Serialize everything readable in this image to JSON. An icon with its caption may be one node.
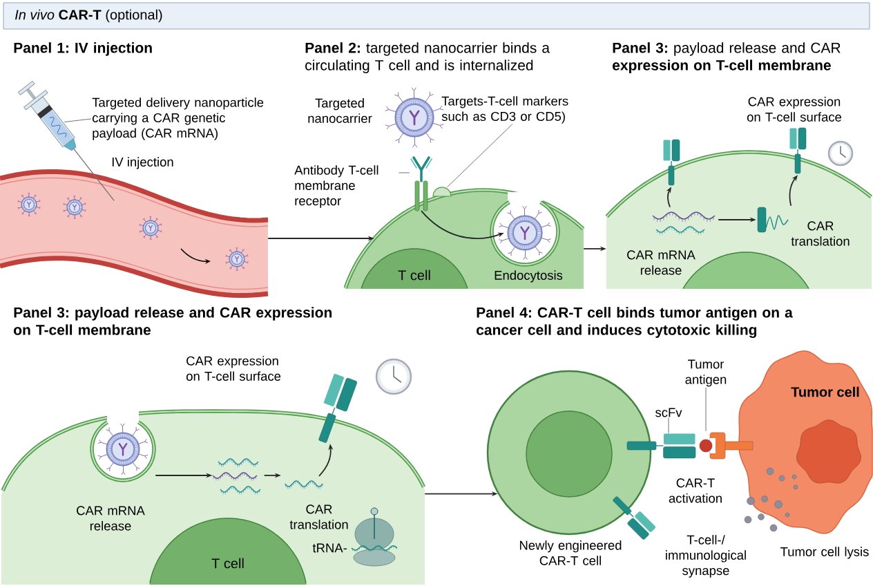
{
  "diagram": {
    "title": "*In vivo* **CAR-T** (optional)",
    "nodes": [
      {
        "text": [
          "Targeted delivery nanoparticle carrying a CAR genetic payload (CAR mRNA)"
        ]
      },
      {
        "text": [],
        "shape": "picture"
      },
      {
        "text": [],
        "shape": "band"
      },
      {
        "text": [],
        "shape": "circle",
        "beside": [
          "Targeted nanocarrier"
        ]
      },
      {
        "text": [
          "Targets-T-cell markers such as CD3 or CD5)"
        ]
      },
      {
        "text": [],
        "shape": "circle"
      },
      {
        "text": [
          "Antibody T-cell membrane receptor"
        ]
      },
      {
        "text": [],
        "shape": "picture"
      },
      {
        "text": [],
        "shape": "circle"
      },
      {
        "text": [
          "T cell"
        ],
        "in": 8
      },
      {
        "text": [],
        "shape": "circle",
        "in": 8
      },
      {
        "text": [],
        "shape": "circle"
      },
      {
        "text": [],
        "shape": "circle",
        "in": 11
      },
      {
        "text": [
          "CAR mRNA release"
        ],
        "in": 11
      },
      {
        "text": [],
        "shape": "picture",
        "in": 11,
        "beside": [
          "CAR translation"
        ]
      },
      {
        "text": [],
        "shape": "picture"
      },
      {
        "text": [],
        "shape": "picture"
      },
      {
        "text": [],
        "shape": "circle"
      },
      {
        "text": [
          "CAR mRNA release"
        ],
        "in": 17
      },
      {
        "text": [],
        "shape": "picture",
        "in": 17
      },
      {
        "text": [
          "CAR translation"
        ],
        "in": 17
      },
      {
        "text": [],
        "shape": "picture"
      },
      {
        "text": [
          "T cell"
        ],
        "in": 17
      },
      {
        "text": [],
        "shape": "picture",
        "in": 17,
        "beside": [
          "tRNA-"
        ]
      },
      {
        "text": [],
        "shape": "circle",
        "beside": [
          "Newly engineered CAR-T cell"
        ]
      },
      {
        "text": [],
        "shape": "circle",
        "in": 24
      },
      {
        "text": [
          "scFv"
        ]
      },
      {
        "text": [],
        "shape": "picture"
      },
      {
        "text": [
          "Tumor antigen"
        ]
      },
      {
        "text": [],
        "shape": "picture"
      },
      {
        "text": [
          "Tumor cell"
        ],
        "beside": [
          "Tumor cell lysis"
        ]
      },
      {
        "text": [],
        "shape": "circle",
        "in": 30
      }
    ],
    "edges": [
      {
        "from": 0,
        "to": 1,
        "arrow": "none"
      },
      {
        "from": 4,
        "to": 5,
        "arrow": "none"
      },
      {
        "from": 6,
        "to": 7,
        "arrow": "none"
      },
      {
        "from": 7,
        "to": 10,
        "arrow": "to"
      },
      {
        "from": 2,
        "to": 8,
        "arrow": "to"
      },
      {
        "from": 8,
        "to": 11,
        "arrow": "to"
      },
      {
        "from": 13,
        "to": 15,
        "arrow": "to"
      },
      {
        "from": 13,
        "to": 14,
        "arrow": "to"
      },
      {
        "from": 14,
        "to": 16,
        "arrow": "to"
      },
      {
        "from": 18,
        "to": 19,
        "arrow": "to"
      },
      {
        "from": 19,
        "to": 20,
        "arrow": "to"
      },
      {
        "from": 20,
        "to": 21,
        "arrow": "to"
      },
      {
        "from": 17,
        "to": 24,
        "arrow": "to"
      },
      {
        "from": 26,
        "to": 27,
        "arrow": "none"
      },
      {
        "from": 28,
        "to": 29,
        "arrow": "none"
      }
    ],
    "labels": [
      "Panel 1: IV injection",
      "**Panel 2:** targeted nanocarrier binds a circulating T cell and is internalized",
      "**Panel 3:** payload release and CAR **expression on T-cell membrane**",
      "IV injection",
      "Endocytosis",
      "CAR expression on T-cell surface",
      "Panel 3: payload release and CAR expression on T-cell membrane",
      "CAR expression on T-cell surface",
      "Panel 4: CAR-T cell binds tumor antigen on a cancer cell and induces cytotoxic killing",
      "CAR-T activation",
      "T-cell-/ immunological synapse"
    ]
  }
}
